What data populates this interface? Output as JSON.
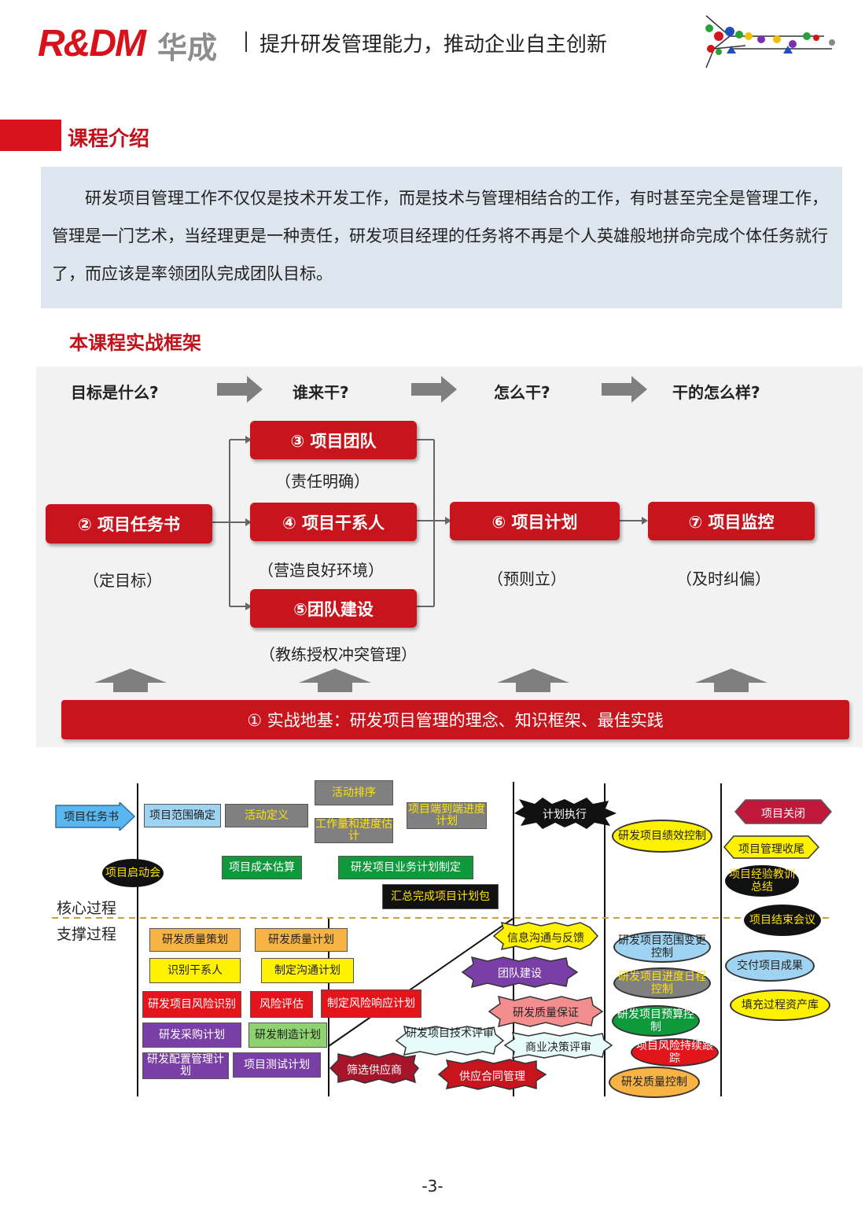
{
  "header": {
    "logo_rdm": "R&DM",
    "logo_cn": "华成",
    "slogan": "提升研发管理能力，推动企业自主创新"
  },
  "section": {
    "title": "课程介绍",
    "intro": "研发项目管理工作不仅仅是技术开发工作，而是技术与管理相结合的工作，有时甚至完全是管理工作，管理是一门艺术，当经理更是一种责任，研发项目经理的任务将不再是个人英雄般地拼命完成个体任务就行了，而应该是率领团队完成团队目标。",
    "framework_title": "本课程实战框架"
  },
  "framework": {
    "questions": [
      "目标是什么?",
      "谁来干?",
      "怎么干?",
      "干的怎么样?"
    ],
    "boxes": {
      "task": "② 项目任务书",
      "team": "③ 项目团队",
      "stakeholder": "④ 项目干系人",
      "building": "⑤团队建设",
      "plan": "⑥ 项目计划",
      "monitor": "⑦ 项目监控"
    },
    "notes": {
      "task": "（定目标）",
      "team": "（责任明确）",
      "stakeholder": "（营造良好环境）",
      "building": "（教练授权冲突管理）",
      "plan": "（预则立）",
      "monitor": "（及时纠偏）"
    },
    "foundation": "① 实战地基：研发项目管理的理念、知识框架、最佳实践"
  },
  "process": {
    "core_label": "核心过程",
    "support_label": "支撑过程",
    "items": {
      "task_book": "项目任务书",
      "scope": "项目范围确定",
      "activity_def": "活动定义",
      "activity_seq": "活动排序",
      "effort_est": "工作量和进度估计",
      "e2e_plan": "项目端到端进度计划",
      "exec": "计划执行",
      "perf_ctrl": "研发项目绩效控制",
      "kickoff": "项目启动会",
      "cost_est": "项目成本估算",
      "biz_plan": "研发项目业务计划制定",
      "plan_pkg": "汇总完成项目计划包",
      "close": "项目关闭",
      "mgmt_close": "项目管理收尾",
      "lessons": "项目经验教训总结",
      "end_meeting": "项目结束会议",
      "quality_plan": "研发质量策划",
      "quality_schedule": "研发质量计划",
      "identify_sh": "识别干系人",
      "comm_plan": "制定沟通计划",
      "risk_id": "研发项目风险识别",
      "risk_eval": "风险评估",
      "risk_resp": "制定风险响应计划",
      "purchase": "研发采购计划",
      "manufacture": "研发制造计划",
      "config": "研发配置管理计划",
      "test": "项目测试计划",
      "info_comm": "信息沟通与反馈",
      "team_build": "团队建设",
      "qa": "研发质量保证",
      "tech_review": "研发项目技术评审",
      "biz_review": "商业决策评审",
      "supplier": "筛选供应商",
      "contract": "供应合同管理",
      "scope_change": "研发项目范围变更控制",
      "schedule_ctrl": "研发项目进度日程控制",
      "budget_ctrl": "研发项目预算控制",
      "risk_track": "项目风险持续跟踪",
      "quality_ctrl": "研发质量控制",
      "deliver": "交付项目成果",
      "assets": "填充过程资产库"
    }
  },
  "footer": {
    "page": "-3-"
  },
  "colors": {
    "brand_red": "#d7141d",
    "intro_bg": "#dde5ee",
    "panel_bg": "#f2f2f2"
  }
}
